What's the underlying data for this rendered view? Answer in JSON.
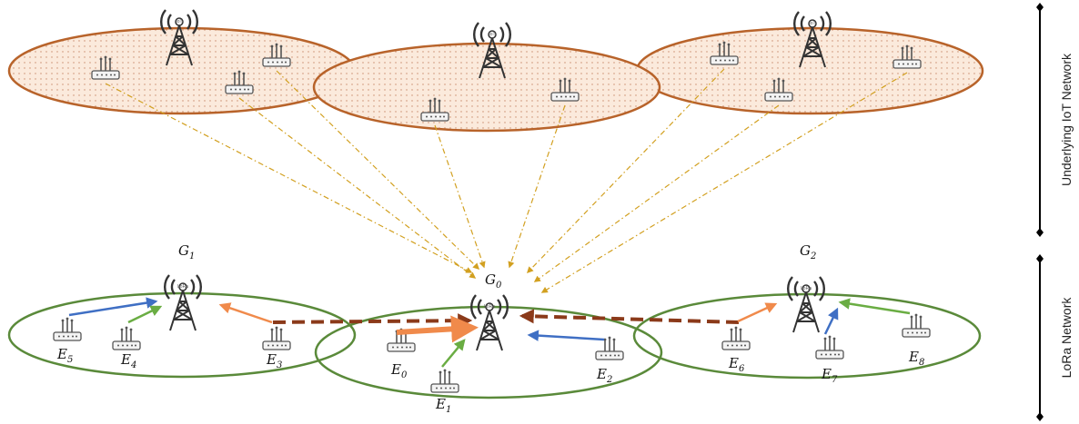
{
  "layers": {
    "top": "Underlying IoT Network",
    "bottom": "LoRa Network"
  },
  "gateways": {
    "g0": {
      "letter": "G",
      "sub": "0",
      "tag": "LoRa"
    },
    "g1": {
      "letter": "G",
      "sub": "1",
      "tag": "LoRa"
    },
    "g2": {
      "letter": "G",
      "sub": "2",
      "tag": "LoRa"
    }
  },
  "iot_tower_tag": "IoT",
  "end_devices": [
    {
      "letter": "E",
      "sub": "0"
    },
    {
      "letter": "E",
      "sub": "1"
    },
    {
      "letter": "E",
      "sub": "2"
    },
    {
      "letter": "E",
      "sub": "3"
    },
    {
      "letter": "E",
      "sub": "4"
    },
    {
      "letter": "E",
      "sub": "5"
    },
    {
      "letter": "E",
      "sub": "6"
    },
    {
      "letter": "E",
      "sub": "7"
    },
    {
      "letter": "E",
      "sub": "8"
    }
  ],
  "colors": {
    "iot_ellipse": "#b8632a",
    "iot_fill": "#fbeadc",
    "lora_ellipse": "#5a8a3a",
    "dashed_link": "#d2a020",
    "blue_arrow": "#3f6fc4",
    "green_arrow": "#6aad43",
    "orange_arrow": "#f08a4b",
    "relay": "#8b3a1a"
  }
}
